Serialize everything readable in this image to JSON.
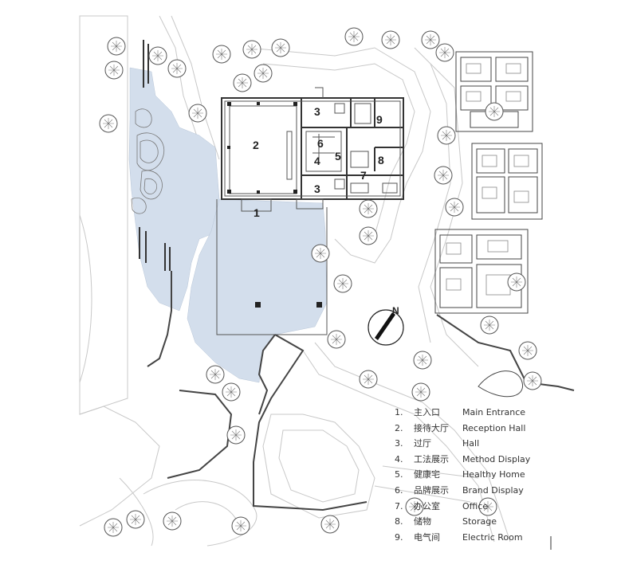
{
  "plan_labels": [
    "1",
    "2",
    "3",
    "3",
    "4",
    "5",
    "6",
    "7",
    "8",
    "9"
  ],
  "north_label": "N",
  "legend": [
    {
      "num": "1.",
      "zh": "主入口",
      "en": "Main Entrance"
    },
    {
      "num": "2.",
      "zh": "接待大厅",
      "en": "Reception Hall"
    },
    {
      "num": "3.",
      "zh": "过厅",
      "en": "Hall"
    },
    {
      "num": "4.",
      "zh": "工法展示",
      "en": "Method Display"
    },
    {
      "num": "5.",
      "zh": "健康宅",
      "en": "Healthy Home"
    },
    {
      "num": "6.",
      "zh": "品牌展示",
      "en": "Brand Display"
    },
    {
      "num": "7.",
      "zh": "办公室",
      "en": "Office"
    },
    {
      "num": "8.",
      "zh": "储物",
      "en": "Storage"
    },
    {
      "num": "9.",
      "zh": "电气间",
      "en": "Electric Room"
    }
  ],
  "colors": {
    "water": "#d3deec",
    "line": "#4a4a4a",
    "paving": "#c8c8c8",
    "tree": "#555555"
  }
}
